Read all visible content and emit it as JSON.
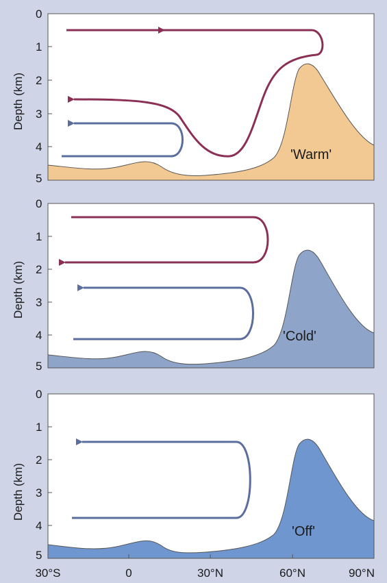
{
  "colors": {
    "background": "#cfd4e6",
    "plot_bg": "#ffffff",
    "warm_fill": "#f3c993",
    "cold_fill": "#8ea4c9",
    "off_fill": "#6f96cf",
    "red_arrow": "#8b2f55",
    "blue_arrow": "#5a6d9c"
  },
  "y_axis_label": "Depth (km)",
  "y_ticks": [
    "0",
    "1",
    "2",
    "3",
    "4",
    "5"
  ],
  "x_ticks": [
    "30°S",
    "0",
    "30°N",
    "60°N",
    "90°N"
  ],
  "panels": [
    {
      "id": "warm",
      "mode_label": "'Warm'"
    },
    {
      "id": "cold",
      "mode_label": "'Cold'"
    },
    {
      "id": "off",
      "mode_label": "'Off'"
    }
  ]
}
